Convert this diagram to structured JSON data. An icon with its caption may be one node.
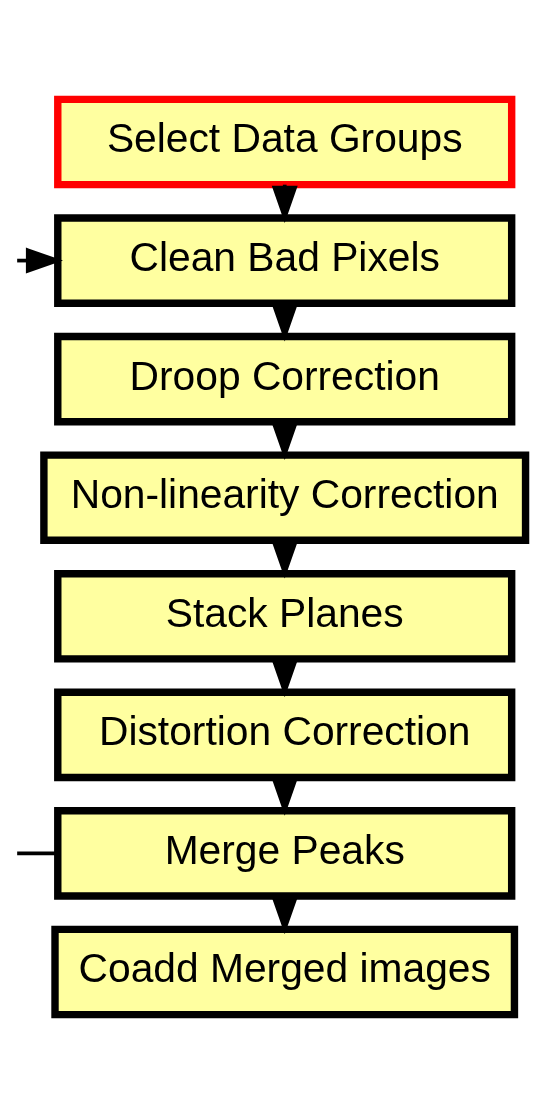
{
  "diagram": {
    "nodes": [
      {
        "text": [
          "Select Data Groups"
        ]
      },
      {
        "text": [
          "Clean Bad Pixels"
        ]
      },
      {
        "text": [
          "Droop Correction"
        ]
      },
      {
        "text": [
          "Non-linearity Correction"
        ]
      },
      {
        "text": [
          "Stack Planes"
        ]
      },
      {
        "text": [
          "Distortion Correction"
        ]
      },
      {
        "text": [
          "Merge Peaks"
        ]
      },
      {
        "text": [
          "Coadd Merged images"
        ]
      }
    ],
    "edges": [
      {
        "from": 0,
        "to": 1,
        "arrow": "to"
      },
      {
        "from": null,
        "to": 1,
        "arrow": "to"
      },
      {
        "from": 1,
        "to": 2,
        "arrow": "to"
      },
      {
        "from": 2,
        "to": 3,
        "arrow": "to"
      },
      {
        "from": 3,
        "to": 4,
        "arrow": "to"
      },
      {
        "from": 4,
        "to": 5,
        "arrow": "to"
      },
      {
        "from": 5,
        "to": 6,
        "arrow": "to"
      },
      {
        "from": null,
        "to": 6,
        "arrow": "none"
      },
      {
        "from": 6,
        "to": 7,
        "arrow": "to"
      }
    ]
  }
}
